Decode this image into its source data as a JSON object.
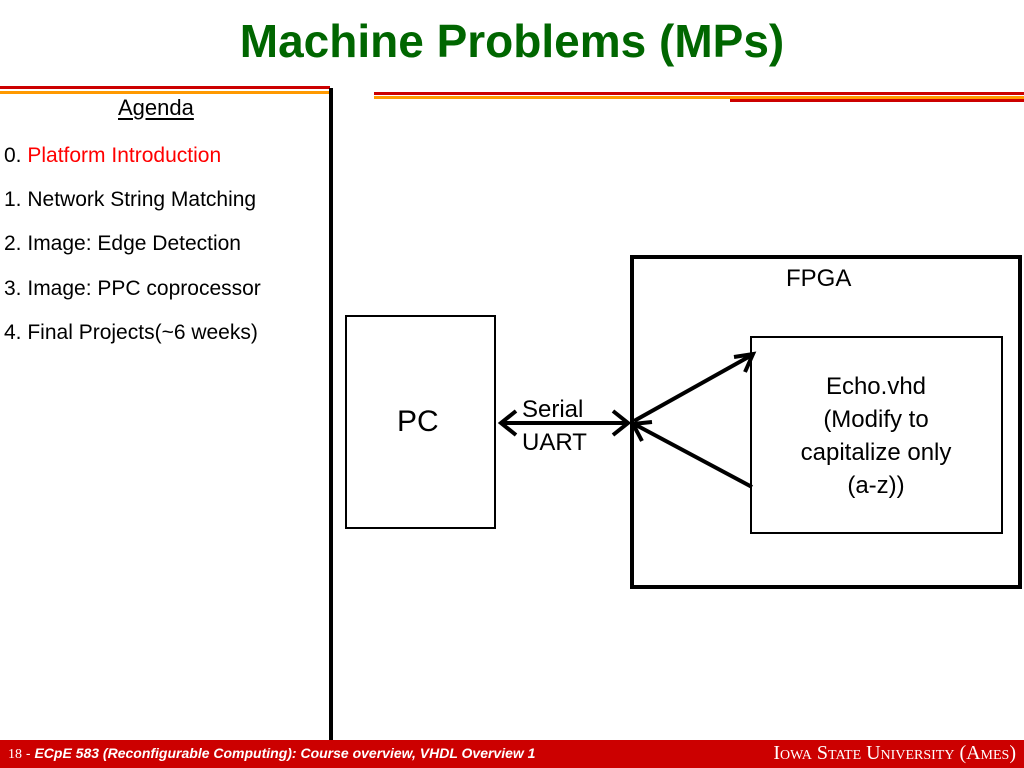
{
  "title": "Machine Problems (MPs)",
  "colors": {
    "title_green": "#006600",
    "accent_red": "#cc0000",
    "accent_orange": "#ff9900",
    "highlight_red": "#ff0000"
  },
  "agenda": {
    "heading": "Agenda",
    "items": [
      {
        "number": "0. ",
        "label": "Platform Introduction",
        "highlighted": true
      },
      {
        "number": "1. ",
        "label": "Network String Matching",
        "highlighted": false
      },
      {
        "number": "2. ",
        "label": "Image: Edge Detection",
        "highlighted": false
      },
      {
        "number": "3. ",
        "label": "Image: PPC coprocessor",
        "highlighted": false
      },
      {
        "number": "4. ",
        "label": "Final Projects(~6 weeks)",
        "highlighted": false
      }
    ]
  },
  "diagram": {
    "pc_label": "PC",
    "link_label_line1": "Serial",
    "link_label_line2": "UART",
    "fpga_label": "FPGA",
    "echo_lines": [
      "Echo.vhd",
      "(Modify to",
      "capitalize only",
      "(a-z))"
    ]
  },
  "footer": {
    "page_number": "18",
    "separator": " - ",
    "course": "ECpE 583 (Reconfigurable Computing): Course overview, VHDL Overview 1",
    "institution": "Iowa State University (Ames)"
  }
}
